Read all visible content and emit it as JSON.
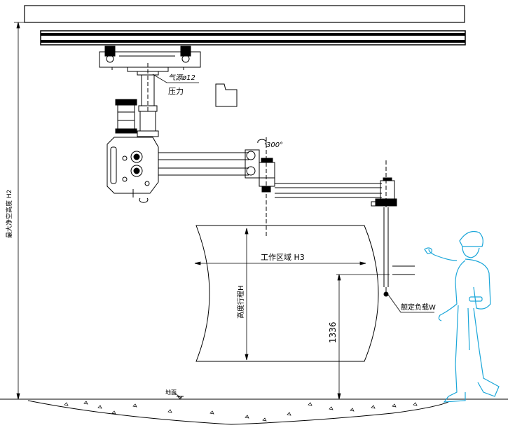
{
  "labels": {
    "air_source": "气源ø12",
    "pressure": "压力",
    "rotation": "300°",
    "work_area": "工作区域 H3",
    "vertical_travel": "高度行程H",
    "height_value": "1336",
    "rated_load": "额定负载W",
    "ground": "地面",
    "max_height": "最大净空高度 H2"
  },
  "colors": {
    "line": "#000000",
    "operator": "#1aa6d9",
    "background": "#ffffff"
  }
}
